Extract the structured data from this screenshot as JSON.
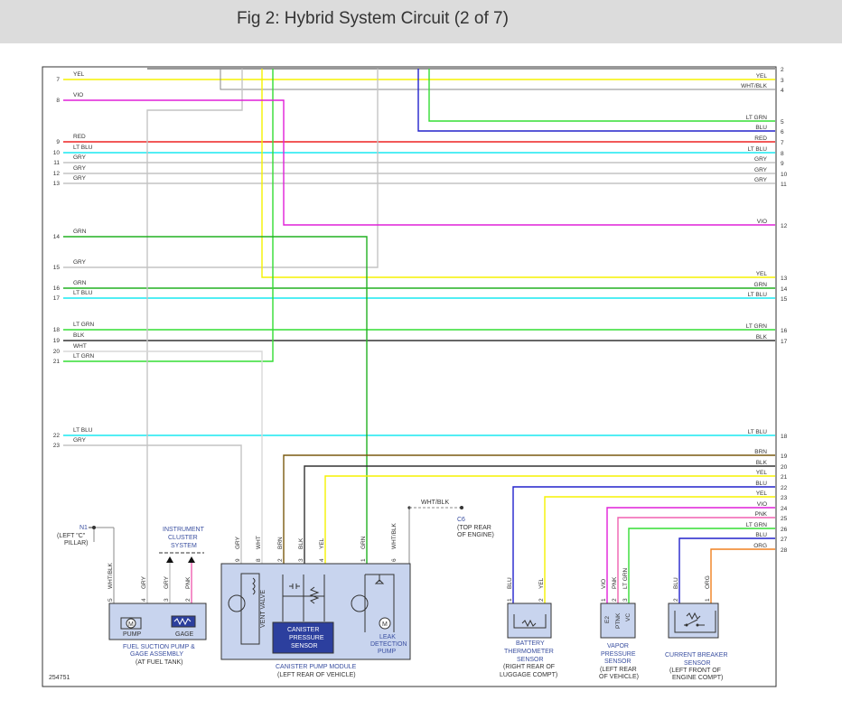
{
  "header": {
    "title": "Fig 2: Hybrid System Circuit (2 of 7)"
  },
  "figure_id": "254751",
  "colors": {
    "YEL": "#f5f200",
    "VIO": "#e020d8",
    "RED": "#ee2222",
    "LT BLU": "#19e8f0",
    "GRY": "#c4c4c4",
    "GRN": "#21b021",
    "LT GRN": "#33dd33",
    "BLK": "#333333",
    "WHT": "#d8d8d8",
    "BLU": "#2222cc",
    "BRN": "#7a5a10",
    "PNK": "#f060b0",
    "ORG": "#f08020",
    "WHT/BLK": "#888888",
    "module_fill": "#c8d4ee",
    "label_blue": "#3a4fa0"
  },
  "left_wires": [
    {
      "pin": "7",
      "color": "YEL"
    },
    {
      "pin": "8",
      "color": "VIO"
    },
    {
      "pin": "9",
      "color": "RED"
    },
    {
      "pin": "10",
      "color": "LT BLU"
    },
    {
      "pin": "11",
      "color": "GRY"
    },
    {
      "pin": "12",
      "color": "GRY"
    },
    {
      "pin": "13",
      "color": "GRY"
    },
    {
      "pin": "14",
      "color": "GRN"
    },
    {
      "pin": "15",
      "color": "GRY"
    },
    {
      "pin": "16",
      "color": "GRN"
    },
    {
      "pin": "17",
      "color": "LT BLU"
    },
    {
      "pin": "18",
      "color": "LT GRN"
    },
    {
      "pin": "19",
      "color": "BLK"
    },
    {
      "pin": "20",
      "color": "WHT"
    },
    {
      "pin": "21",
      "color": "LT GRN"
    },
    {
      "pin": "22",
      "color": "LT BLU"
    },
    {
      "pin": "23",
      "color": "GRY"
    }
  ],
  "right_wires": [
    {
      "pin": "2",
      "color": ""
    },
    {
      "pin": "3",
      "color": "YEL"
    },
    {
      "pin": "4",
      "color": "WHT/BLK"
    },
    {
      "pin": "5",
      "color": "LT GRN"
    },
    {
      "pin": "6",
      "color": "BLU"
    },
    {
      "pin": "7",
      "color": "RED"
    },
    {
      "pin": "8",
      "color": "LT BLU"
    },
    {
      "pin": "9",
      "color": "GRY"
    },
    {
      "pin": "10",
      "color": "GRY"
    },
    {
      "pin": "11",
      "color": "GRY"
    },
    {
      "pin": "12",
      "color": "VIO"
    },
    {
      "pin": "13",
      "color": "YEL"
    },
    {
      "pin": "14",
      "color": "GRN"
    },
    {
      "pin": "15",
      "color": "LT BLU"
    },
    {
      "pin": "16",
      "color": "LT GRN"
    },
    {
      "pin": "17",
      "color": "BLK"
    },
    {
      "pin": "18",
      "color": "LT BLU"
    },
    {
      "pin": "19",
      "color": "BRN"
    },
    {
      "pin": "20",
      "color": "BLK"
    },
    {
      "pin": "21",
      "color": "YEL"
    },
    {
      "pin": "22",
      "color": "BLU"
    },
    {
      "pin": "23",
      "color": "YEL"
    },
    {
      "pin": "24",
      "color": "VIO"
    },
    {
      "pin": "25",
      "color": "PNK"
    },
    {
      "pin": "26",
      "color": "LT GRN"
    },
    {
      "pin": "27",
      "color": "BLU"
    },
    {
      "pin": "28",
      "color": "ORG"
    }
  ],
  "ground": {
    "n1_label": "N1",
    "n1_location": [
      "(LEFT \"C\"",
      "PILLAR)"
    ],
    "c6_label": "C6",
    "c6_location": [
      "(TOP REAR",
      "OF ENGINE)"
    ],
    "c6_wire": "WHT/BLK"
  },
  "instrument_cluster": [
    "INSTRUMENT",
    "CLUSTER",
    "SYSTEM"
  ],
  "components": {
    "fuel_pump": {
      "name": [
        "FUEL SUCTION PUMP &",
        "GAGE ASSEMBLY",
        "(AT FUEL TANK)"
      ],
      "pump_label": "PUMP",
      "gage_label": "GAGE",
      "pins": [
        {
          "num": "5",
          "wire": "WHT/BLK"
        },
        {
          "num": "4",
          "wire": "GRY"
        },
        {
          "num": "3",
          "wire": "GRY"
        },
        {
          "num": "2",
          "wire": "PNK"
        }
      ]
    },
    "canister_pump_module": {
      "name": [
        "CANISTER PUMP MODULE",
        "(LEFT REAR OF VEHICLE)"
      ],
      "pins": [
        {
          "num": "9",
          "wire": "GRY"
        },
        {
          "num": "8",
          "wire": "WHT"
        },
        {
          "num": "2",
          "wire": "BRN"
        },
        {
          "num": "3",
          "wire": "BLK"
        },
        {
          "num": "4",
          "wire": "YEL"
        },
        {
          "num": "1",
          "wire": "GRN"
        },
        {
          "num": "6",
          "wire": "WHT/BLK"
        }
      ],
      "vent_valve": "VENT VALVE",
      "sensor": [
        "CANISTER",
        "PRESSURE",
        "SENSOR"
      ],
      "leak_pump": [
        "LEAK",
        "DETECTION",
        "PUMP"
      ]
    },
    "battery_thermometer": {
      "name": [
        "BATTERY",
        "THERMOMETER",
        "SENSOR",
        "(RIGHT REAR OF",
        "LUGGAGE COMPT)"
      ],
      "pins": [
        {
          "num": "1",
          "wire": "BLU"
        },
        {
          "num": "2",
          "wire": "YEL"
        }
      ]
    },
    "vapor_pressure": {
      "name": [
        "VAPOR",
        "PRESSURE",
        "SENSOR",
        "(LEFT REAR",
        "OF VEHICLE)"
      ],
      "pins": [
        {
          "num": "1",
          "wire": "VIO",
          "label": "E2"
        },
        {
          "num": "2",
          "wire": "PNK",
          "label": "PTNK"
        },
        {
          "num": "3",
          "wire": "LT GRN",
          "label": "VC"
        }
      ]
    },
    "current_breaker": {
      "name": [
        "CURRENT BREAKER",
        "SENSOR",
        "(LEFT FRONT OF",
        "ENGINE COMPT)"
      ],
      "pins": [
        {
          "num": "2",
          "wire": "BLU"
        },
        {
          "num": "1",
          "wire": "ORG"
        }
      ]
    }
  }
}
